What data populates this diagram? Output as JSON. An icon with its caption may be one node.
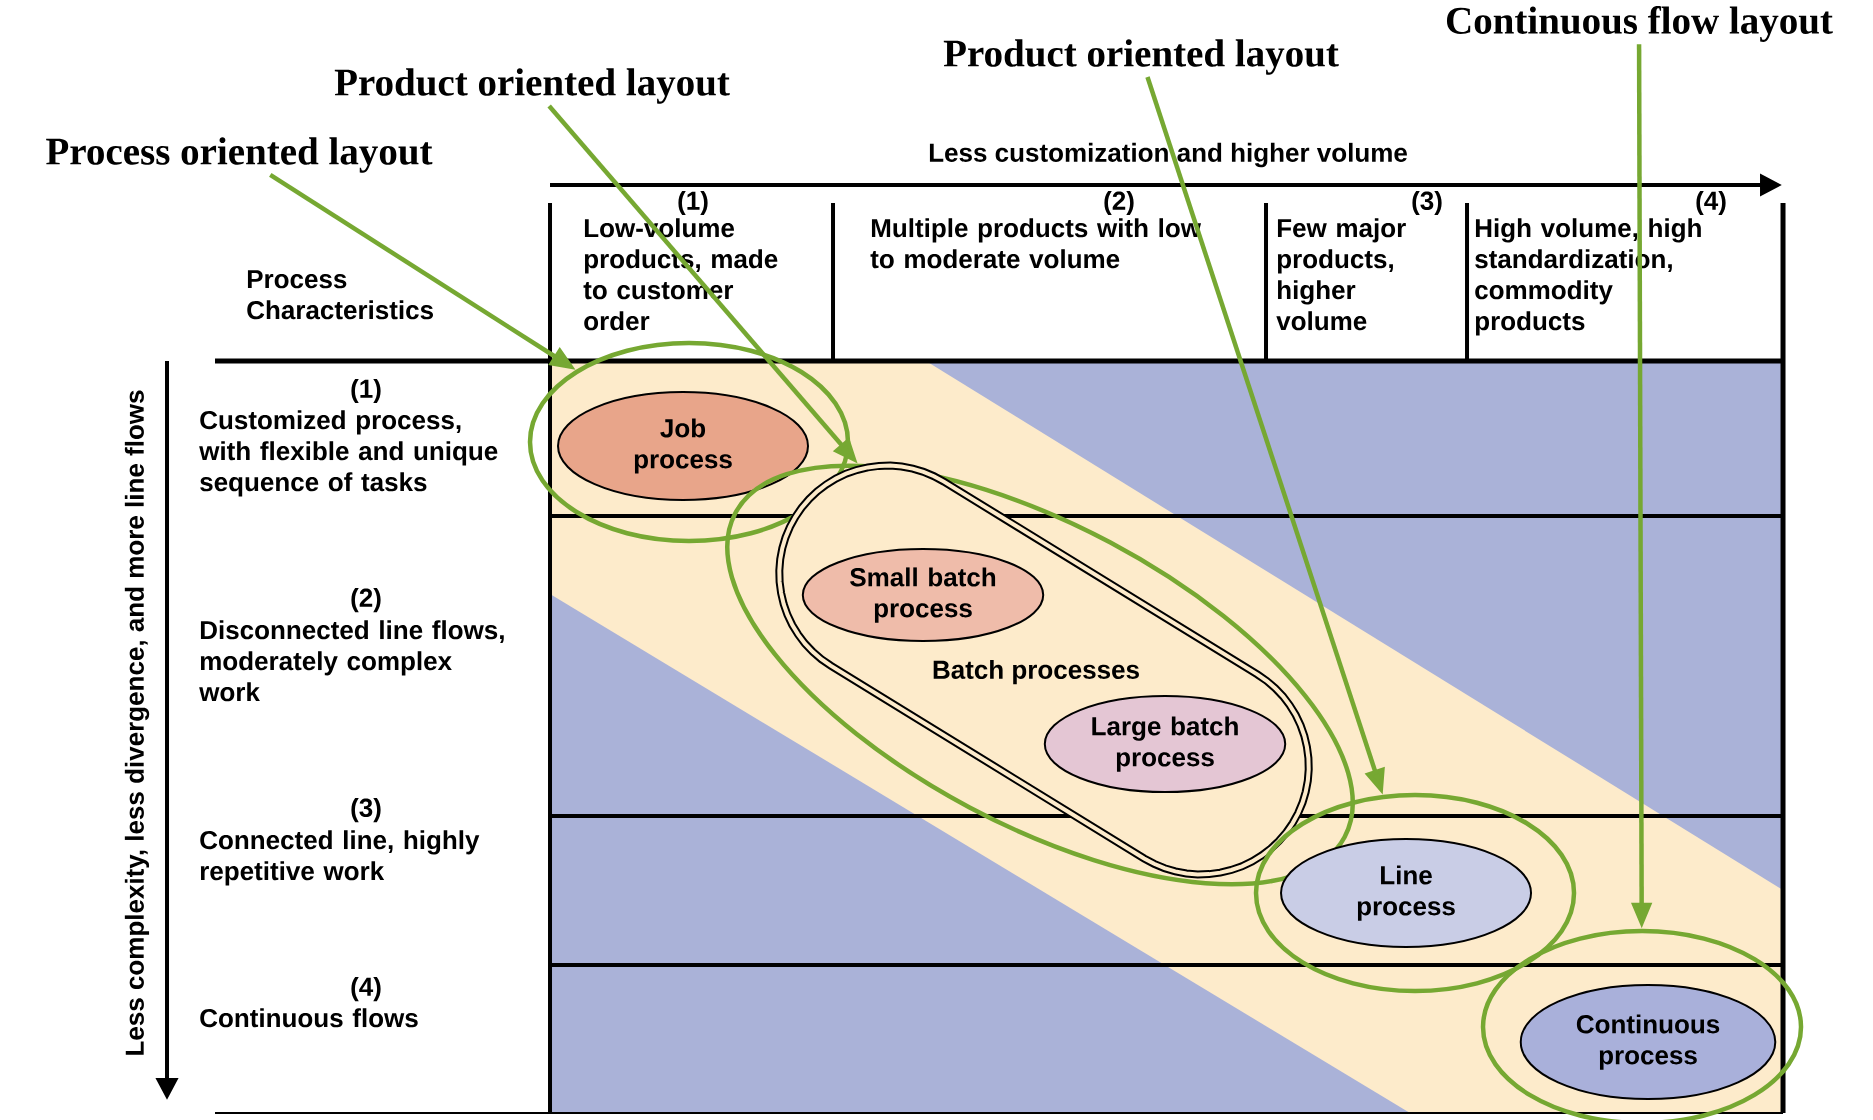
{
  "diagram": {
    "nodes": [
      {
        "text": [
          "Process oriented layout"
        ]
      },
      {
        "text": [
          "Product oriented layout"
        ]
      },
      {
        "text": [
          "Product oriented layout"
        ]
      },
      {
        "text": [
          "Continuous flow layout"
        ]
      },
      {
        "text": [],
        "shape": "circle"
      },
      {
        "text": [
          "Job process"
        ],
        "in": 4
      },
      {
        "text": [],
        "shape": "circle"
      },
      {
        "text": [
          "Batch processes"
        ],
        "in": 6
      },
      {
        "text": [
          "Small batch process"
        ],
        "in": 7
      },
      {
        "text": [
          "Large batch process"
        ],
        "in": 7
      },
      {
        "text": [],
        "shape": "circle"
      },
      {
        "text": [
          "Line process"
        ],
        "in": 10
      },
      {
        "text": [],
        "shape": "circle"
      },
      {
        "text": [
          "Continuous process"
        ],
        "in": 12
      }
    ],
    "edges": [
      {
        "from": 0,
        "to": 4,
        "arrow": "to"
      },
      {
        "from": 1,
        "to": 6,
        "arrow": "to"
      },
      {
        "from": 2,
        "to": 10,
        "arrow": "to"
      },
      {
        "from": 3,
        "to": 12,
        "arrow": "to"
      }
    ],
    "labels": [
      "Less customization and higher volume",
      "(1)",
      "Low-volume products, made to customer order",
      "(2)",
      "Multiple products with low to moderate volume",
      "(3)",
      "Few major products, higher volume",
      "(4)",
      "High volume, high standardization, commodity products",
      "Process Characteristics",
      "Less complexity, less divergence, and more line flows",
      "(1)",
      "Customized process, with flexible and unique sequence of tasks",
      "(2)",
      "Disconnected line flows, moderately complex work",
      "(3)",
      "Connected line, highly repetitive work",
      "(4)",
      "Continuous flows"
    ]
  }
}
